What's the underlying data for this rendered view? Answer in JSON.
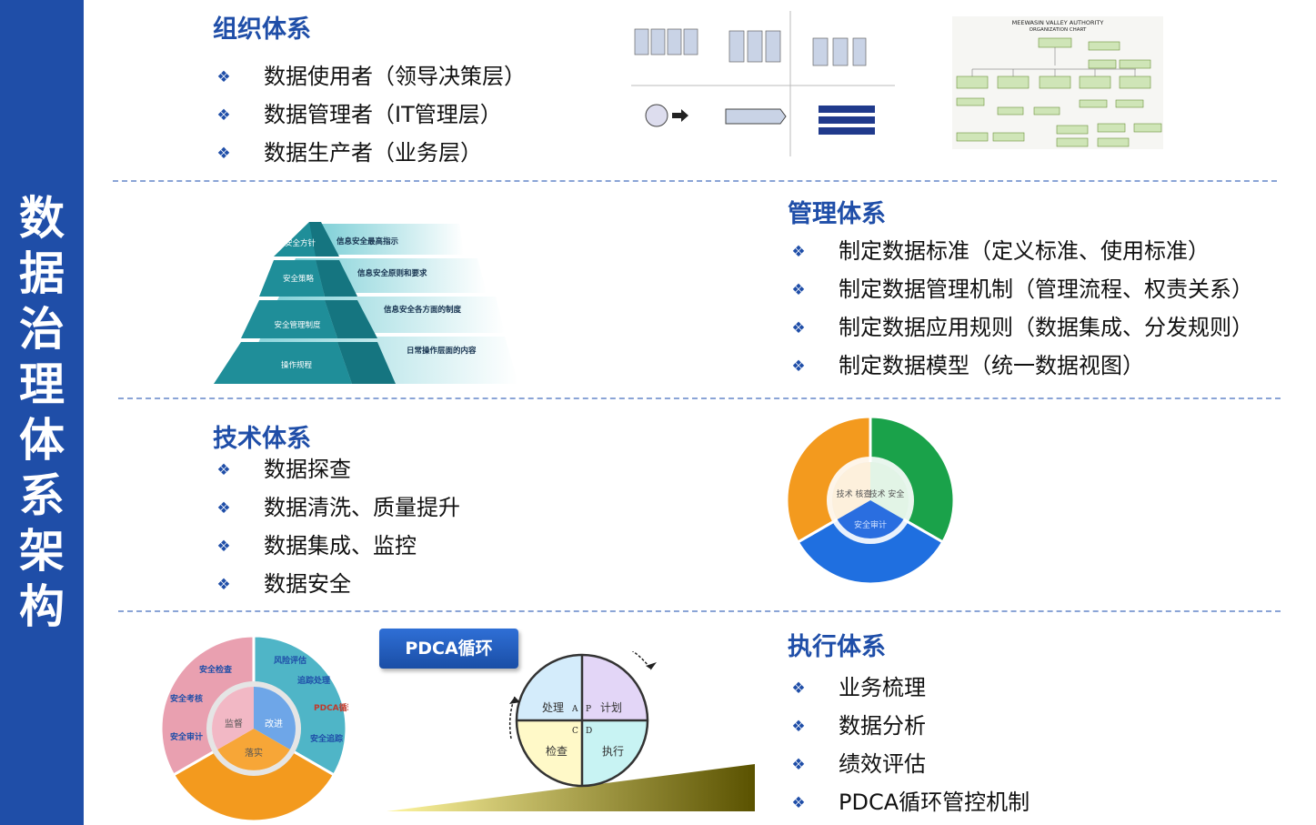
{
  "sidebar": {
    "title_chars": [
      "数",
      "据",
      "治",
      "理",
      "体",
      "系",
      "架",
      "构"
    ]
  },
  "org": {
    "title": "组织体系",
    "items": [
      "数据使用者（领导决策层）",
      "数据管理者（IT管理层）",
      "数据生产者（业务层）"
    ]
  },
  "mgmt": {
    "title": "管理体系",
    "items": [
      "制定数据标准（定义标准、使用标准）",
      "制定数据管理机制（管理流程、权责关系）",
      "制定数据应用规则（数据集成、分发规则）",
      "制定数据模型（统一数据视图）"
    ]
  },
  "tech": {
    "title": "技术体系",
    "items": [
      "数据探查",
      "数据清洗、质量提升",
      "数据集成、监控",
      "数据安全"
    ]
  },
  "exec": {
    "title": "执行体系",
    "items": [
      "业务梳理",
      "数据分析",
      "绩效评估",
      "PDCA循环管控机制"
    ]
  },
  "bullet_glyph": "❖",
  "org_chart": {
    "title": "MEEWASIN VALLEY AUTHORITY",
    "subtitle": "ORGANIZATION CHART"
  },
  "pyramid": {
    "levels": [
      "安全方针",
      "安全策略",
      "安全管理制度",
      "操作规程"
    ],
    "descriptions": [
      "信息安全最高指示",
      "信息安全原则和要求",
      "信息安全各方面的制度",
      "日常操作层面的内容"
    ]
  },
  "tech_wheel": {
    "center_left": "技术\n核查",
    "center_right": "技术\n安全",
    "center_bottom": "安全审计"
  },
  "exec_wheel": {
    "center_left": "监督",
    "center_right": "改进",
    "center_bottom": "落实",
    "outer_labels": [
      "风险评估",
      "追踪处理",
      "PDCA循环",
      "安全追踪",
      "安全检查",
      "安全考核",
      "安全审计"
    ]
  },
  "pdca": {
    "label": "PDCA循环",
    "quadrants": {
      "tl": "处理",
      "tr": "计划",
      "bl": "检查",
      "br": "执行"
    },
    "letters": {
      "a": "A",
      "p": "P",
      "c": "C",
      "d": "D"
    }
  },
  "colors": {
    "brand": "#1f4ea8",
    "pyramid": "#3bb7c2",
    "green": "#1aa24a",
    "blue": "#1f6fe0",
    "orange": "#f39a1e",
    "pink": "#e9a0b0",
    "teal": "#4fb5c7"
  }
}
